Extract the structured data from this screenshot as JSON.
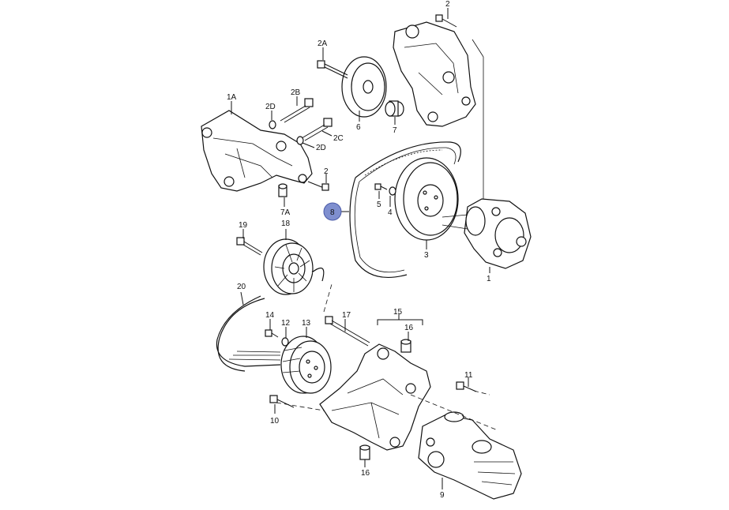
{
  "labels": {
    "l2_top": "2",
    "l2A": "2A",
    "l6": "6",
    "l7": "7",
    "l1A": "1A",
    "l2D_a": "2D",
    "l2B": "2B",
    "l2C": "2C",
    "l2D_b": "2D",
    "l2_mid": "2",
    "l7A": "7A",
    "l8": "8",
    "l5": "5",
    "l4": "4",
    "l3": "3",
    "l1": "1",
    "l19": "19",
    "l18": "18",
    "l20": "20",
    "l14": "14",
    "l12": "12",
    "l13": "13",
    "l17": "17",
    "l15": "15",
    "l16_a": "16",
    "l11": "11",
    "l10": "10",
    "l16_b": "16",
    "l9": "9"
  },
  "highlight": {
    "part": "8",
    "color": "#7f8fcf"
  }
}
